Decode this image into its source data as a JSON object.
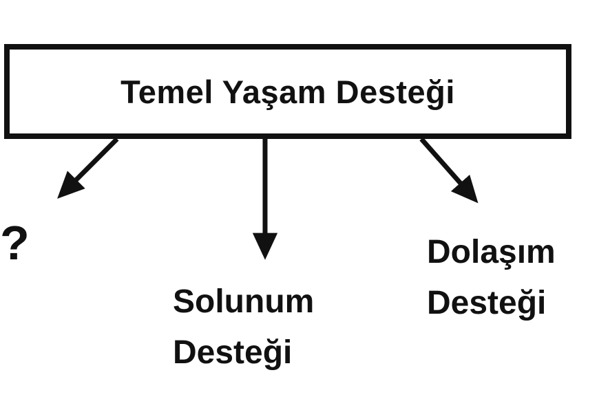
{
  "diagram": {
    "title": "Temel Yaşam Desteği",
    "branches": [
      {
        "label": "?"
      },
      {
        "lines": [
          "Solunum",
          "Desteği"
        ]
      },
      {
        "lines": [
          "Dolaşım",
          "Desteği"
        ]
      }
    ],
    "colors": {
      "ink": "#111111",
      "background": "#ffffff"
    }
  }
}
